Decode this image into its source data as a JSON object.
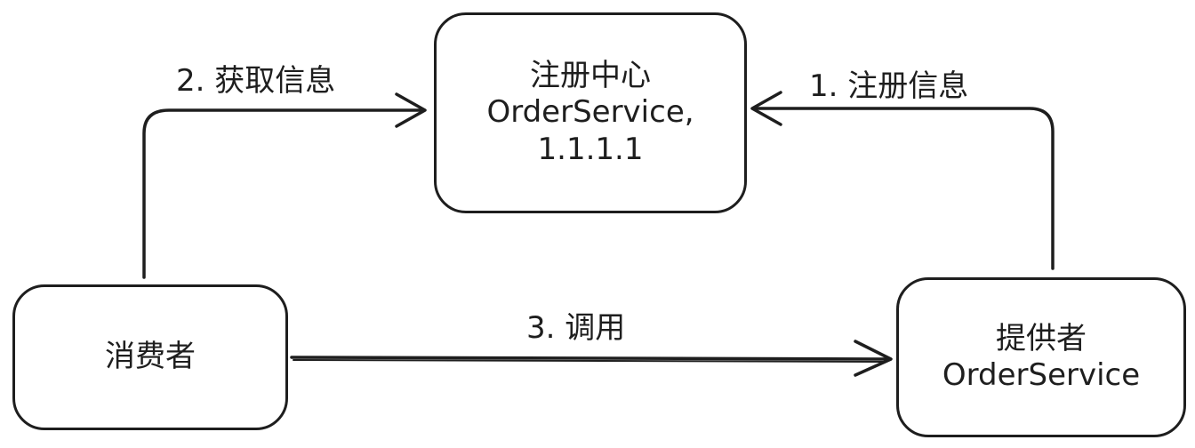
{
  "diagram": {
    "nodes": {
      "registry": {
        "lines": [
          "注册中心",
          "OrderService,",
          "1.1.1.1"
        ]
      },
      "consumer": {
        "lines": [
          "消费者"
        ]
      },
      "provider": {
        "lines": [
          "提供者",
          "OrderService"
        ]
      }
    },
    "edges": {
      "register": {
        "label": "1. 注册信息",
        "from": "provider",
        "to": "registry"
      },
      "get": {
        "label": "2. 获取信息",
        "from": "consumer",
        "to": "registry"
      },
      "call": {
        "label": "3. 调用",
        "from": "consumer",
        "to": "provider"
      }
    },
    "colors": {
      "stroke": "#1e1e1e",
      "background": "#ffffff"
    }
  }
}
